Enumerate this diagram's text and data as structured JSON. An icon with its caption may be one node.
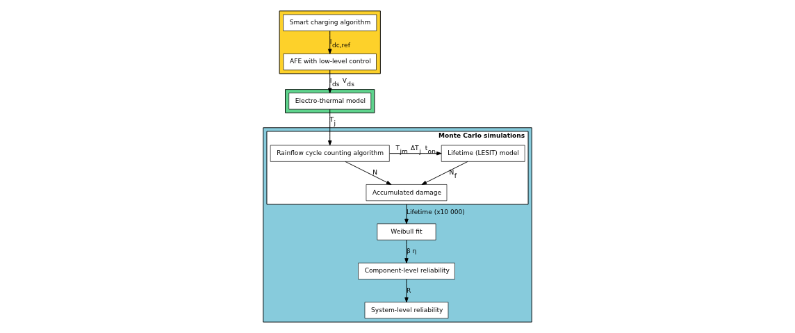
{
  "diagram": {
    "nodes": [
      {
        "text": [],
        "shape": "box"
      },
      {
        "text": [
          "Smart charging algorithm"
        ],
        "in": 0
      },
      {
        "text": [
          "AFE with low-level control"
        ],
        "in": 0
      },
      {
        "text": [],
        "shape": "box"
      },
      {
        "text": [
          "Electro-thermal model"
        ],
        "in": 3
      },
      {
        "text": [],
        "shape": "box"
      },
      {
        "text": [
          "System-level reliability"
        ],
        "in": 5
      },
      {
        "text": [
          "Component-level reliability"
        ],
        "in": 5
      },
      {
        "text": [
          "Weibull fit"
        ],
        "in": 5
      },
      {
        "text": [
          "Monte Carlo simulations"
        ],
        "in": 5
      },
      {
        "text": [
          "Accumulated damage"
        ],
        "in": 9
      },
      {
        "text": [
          "Rainflow cycle counting algorithm"
        ],
        "in": 9
      },
      {
        "text": [
          "Lifetime (LESIT) model"
        ],
        "in": 9
      }
    ],
    "edges": [
      {
        "from": 1,
        "to": 2,
        "arrow": "to",
        "label": "I$_{dc,ref}$"
      },
      {
        "from": 2,
        "to": 4,
        "arrow": "to",
        "label": "I$_{ds}$ V$_{ds}$"
      },
      {
        "from": 4,
        "to": 11,
        "arrow": "to",
        "label": "T$_{j}$"
      },
      {
        "from": 11,
        "to": 10,
        "arrow": "to",
        "label": "N"
      },
      {
        "from": 11,
        "to": 12,
        "arrow": "to",
        "label": "T$_{jm}$ ΔT$_{j}$ t$_{on}$"
      },
      {
        "from": 12,
        "to": 10,
        "arrow": "to",
        "label": "N$_{f}$"
      },
      {
        "from": 9,
        "to": 8,
        "arrow": "to",
        "label": "Lifetime (x10 000)"
      },
      {
        "from": 8,
        "to": 7,
        "arrow": "to",
        "label": "β η"
      },
      {
        "from": 7,
        "to": 6,
        "arrow": "to",
        "label": "R"
      }
    ]
  }
}
